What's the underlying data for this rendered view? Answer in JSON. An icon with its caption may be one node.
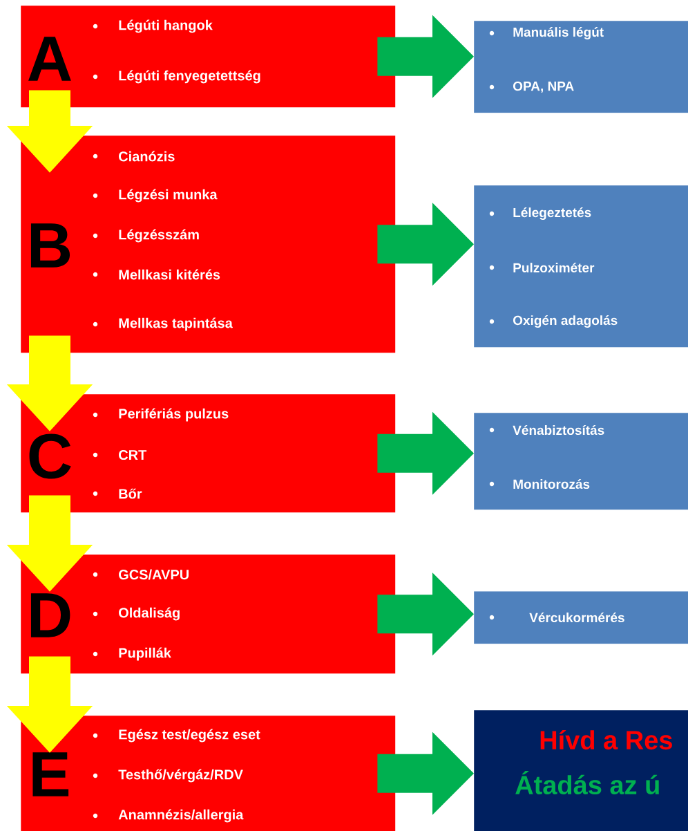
{
  "diagram": {
    "nodes": [
      {
        "text": [
          "A",
          "Légúti hangok",
          "Légúti fenyegetettség"
        ]
      },
      {
        "text": [
          "B",
          "Cianózis",
          "Légzési munka",
          "Légzésszám",
          "Mellkasi kitérés",
          "Mellkas tapintása"
        ]
      },
      {
        "text": [
          "C",
          "Perifériás pulzus",
          "CRT",
          "Bőr"
        ]
      },
      {
        "text": [
          "D",
          "GCS/AVPU",
          "Oldaliság",
          "Pupillák"
        ]
      },
      {
        "text": [
          "E",
          "Egész test/egész eset",
          "Testhő/vérgáz/RDV",
          "Anamnézis/allergia"
        ]
      },
      {
        "text": [
          "Manuális légút",
          "OPA, NPA"
        ]
      },
      {
        "text": [
          "Lélegeztetés",
          "Pulzoximéter",
          "Oxigén adagolás"
        ]
      },
      {
        "text": [
          "Vénabiztosítás",
          "Monitorozás"
        ]
      },
      {
        "text": [
          "Vércukormérés"
        ]
      },
      {
        "text": [
          "Hívd a Res",
          "Átadás az ú"
        ]
      }
    ],
    "edges": [
      {
        "from": 0,
        "to": 1,
        "arrow": "to",
        "color": "#ffff00"
      },
      {
        "from": 1,
        "to": 2,
        "arrow": "to",
        "color": "#ffff00"
      },
      {
        "from": 2,
        "to": 3,
        "arrow": "to",
        "color": "#ffff00"
      },
      {
        "from": 3,
        "to": 4,
        "arrow": "to",
        "color": "#ffff00"
      },
      {
        "from": 0,
        "to": 5,
        "arrow": "to",
        "color": "#00b050"
      },
      {
        "from": 1,
        "to": 6,
        "arrow": "to",
        "color": "#00b050"
      },
      {
        "from": 2,
        "to": 7,
        "arrow": "to",
        "color": "#00b050"
      },
      {
        "from": 3,
        "to": 8,
        "arrow": "to",
        "color": "#00b050"
      },
      {
        "from": 4,
        "to": 9,
        "arrow": "to",
        "color": "#00b050"
      }
    ]
  }
}
